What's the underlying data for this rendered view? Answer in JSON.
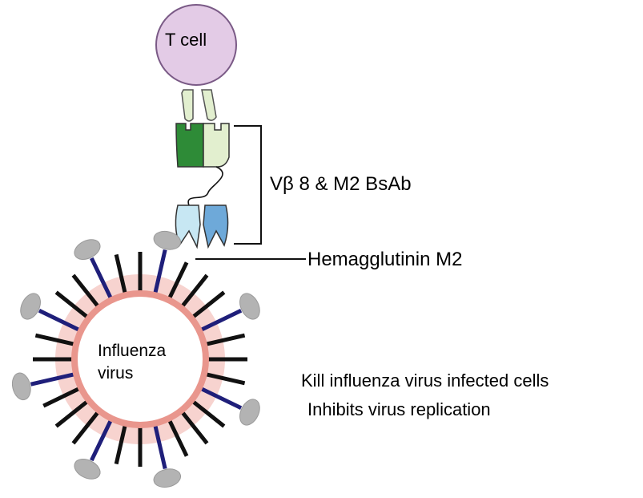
{
  "labels": {
    "t_cell": "T cell",
    "bsab": "Vβ 8 & M2 BsAb",
    "hemagglutinin": "Hemagglutinin M2",
    "virus_line1": "Influenza",
    "virus_line2": "virus",
    "effect_1": "Kill influenza virus infected cells",
    "effect_2": "Inhibits virus replication"
  },
  "colors": {
    "t_cell_fill": "#e3cbe6",
    "t_cell_stroke": "#7a5a86",
    "light_green": "#e2efcf",
    "dark_green": "#2e8b37",
    "light_blue": "#c7e7f3",
    "mid_blue": "#6ea9d9",
    "virus_halo": "#f7d3cf",
    "virus_membrane": "#e9968d",
    "spike_black": "#111111",
    "spike_navy": "#1f1f7a",
    "spike_head_gray": "#b3b3b3"
  }
}
